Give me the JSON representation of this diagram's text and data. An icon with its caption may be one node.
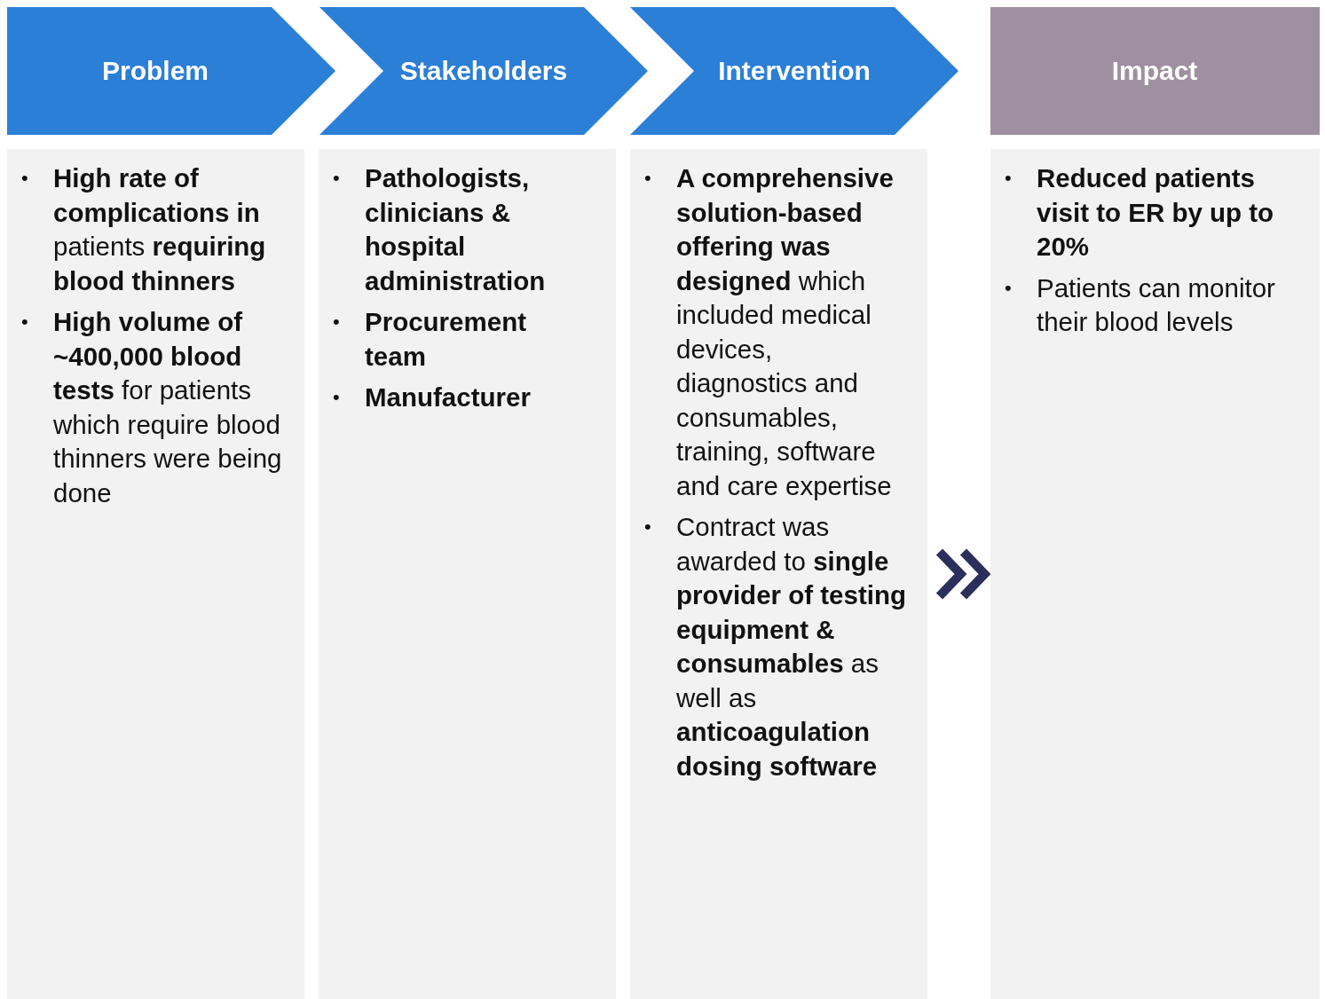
{
  "diagram": {
    "nodes": [
      {
        "text": [
          "Problem"
        ]
      },
      {
        "text": [
          "Stakeholders"
        ]
      },
      {
        "text": [
          "Intervention"
        ]
      },
      {
        "text": [
          "Impact"
        ]
      },
      {
        "text": [
          "**High rate of complications in** patients **requiring blood thinners**",
          "**High volume of ~400,000 blood tests** for patients which require blood thinners were being done"
        ]
      },
      {
        "text": [
          "Pathologists, clinicians & hospital administration",
          "Procurement team",
          "Manufacturer"
        ]
      },
      {
        "text": [
          "**A comprehensive solution-based offering was designed** which included medical devices, diagnostics and consumables, training, software and care expertise",
          "Contract was awarded to **single provider of testing equipment & consumables** as well as **anticoagulation dosing software**"
        ]
      },
      {
        "text": [
          "**Reduced patients visit to ER by up to 20%**",
          "Patients can monitor their blood levels"
        ]
      }
    ],
    "labels": [
      "•",
      "•",
      "•",
      "•",
      "•",
      "•",
      "•",
      "•",
      "•"
    ],
    "edges": [
      {
        "from": 6,
        "to": 7,
        "arrow": "to"
      }
    ]
  }
}
